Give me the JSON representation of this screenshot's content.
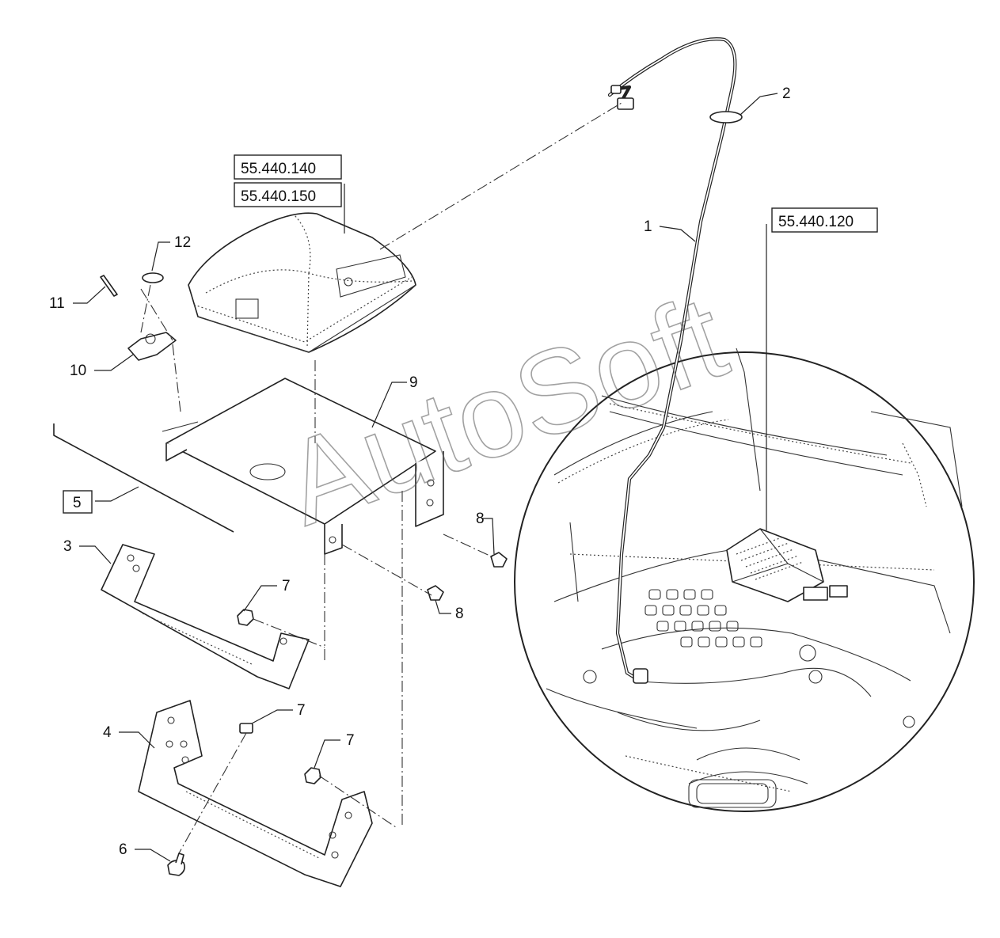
{
  "references": {
    "receiver_top": "55.440.140",
    "receiver_bottom": "55.440.150",
    "controller": "55.440.120",
    "frame_ref": "5"
  },
  "callouts": {
    "harness": "1",
    "cable_tie": "2",
    "bracket_front": "3",
    "bracket_rear": "4",
    "bolt_carriage": "6",
    "nut_a": "7",
    "nut_b": "7",
    "nut_c": "7",
    "bolt_a": "8",
    "bolt_b": "8",
    "mounting_plate": "9",
    "latch": "10",
    "pin": "11",
    "lynch_pin": "12"
  },
  "watermark": "AutoSoft"
}
